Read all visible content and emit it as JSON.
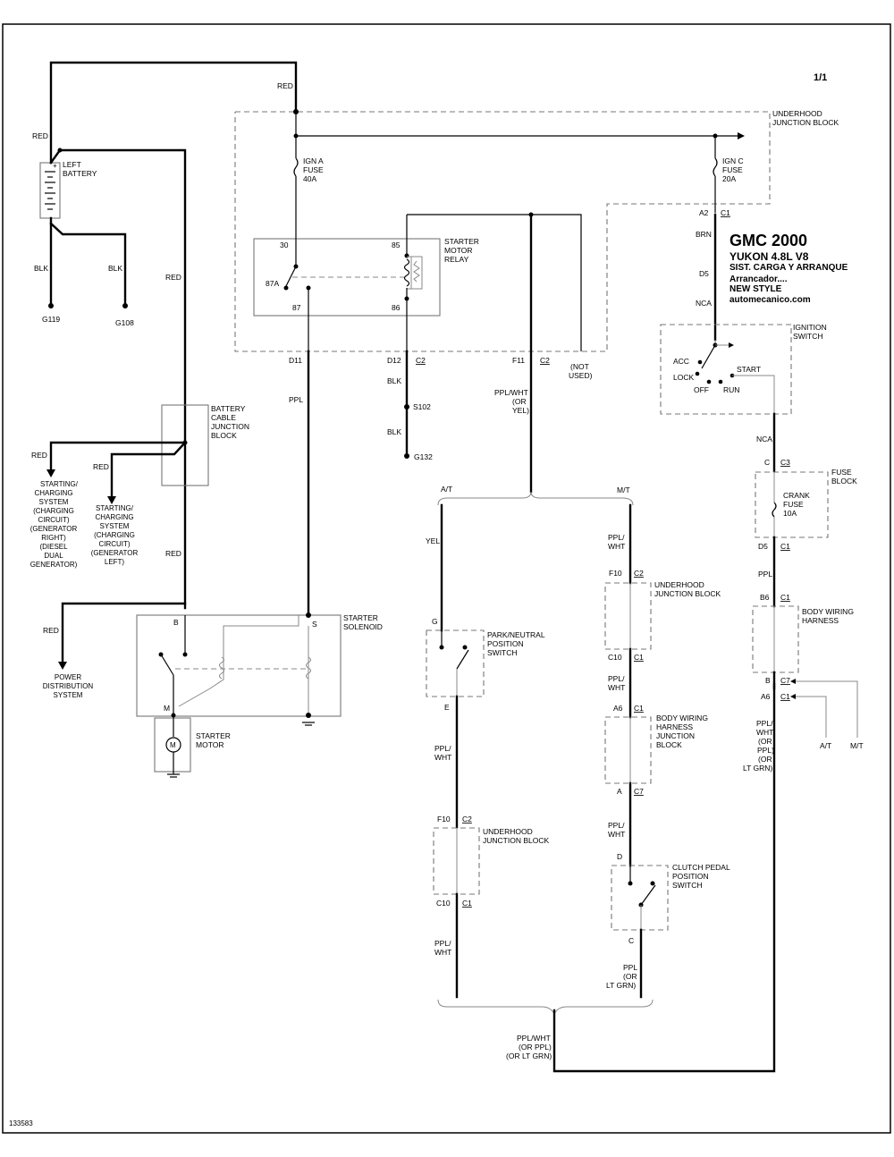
{
  "page_number": "1/1",
  "doc_id": "133583",
  "title": {
    "make": "GMC 2000",
    "model": "YUKON  4.8L  V8",
    "system": "SIST. CARGA Y ARRANQUE",
    "sub": "Arrancador....",
    "style": "NEW STYLE",
    "site": "automecanico.com"
  },
  "labels": {
    "red_top": "RED",
    "red_batt": "RED",
    "red_mid": "RED",
    "red_low": "RED",
    "red_sc1": "RED",
    "red_sc2": "RED",
    "red_pd": "RED",
    "blk_g119": "BLK",
    "blk_g108": "BLK",
    "g119": "G119",
    "g108": "G108",
    "left_battery": [
      "LEFT",
      "BATTERY"
    ],
    "underhood_jb": [
      "UNDERHOOD",
      "JUNCTION BLOCK"
    ],
    "ign_a_fuse": [
      "IGN A",
      "FUSE",
      "40A"
    ],
    "ign_c_fuse": [
      "IGN C",
      "FUSE",
      "20A"
    ],
    "starter_motor_relay": [
      "STARTER",
      "MOTOR",
      "RELAY"
    ],
    "relay_pins": {
      "p30": "30",
      "p85": "85",
      "p87a": "87A",
      "p87": "87",
      "p86": "86"
    },
    "a2": "A2",
    "c1_a2": "C1",
    "brn": "BRN",
    "d5": "D5",
    "nca_top": "NCA",
    "d11": "D11",
    "ppl_d11": "PPL",
    "d12": "D12",
    "c2_d12": "C2",
    "blk_s102a": "BLK",
    "s102": "S102",
    "blk_s102b": "BLK",
    "g132": "G132",
    "f11": "F11",
    "c2_f11": "C2",
    "not_used": [
      "(NOT",
      "USED)"
    ],
    "ppl_wht_or_yel": [
      "PPL/WHT",
      "(OR",
      "YEL)"
    ],
    "ignition_switch": [
      "IGNITION",
      "SWITCH"
    ],
    "ign_positions": {
      "acc": "ACC",
      "lock": "LOCK",
      "off": "OFF",
      "run": "RUN",
      "start": "START"
    },
    "nca_fuse": "NCA",
    "c_fuse": "C",
    "c3_fuse": "C3",
    "fuse_block": [
      "FUSE",
      "BLOCK"
    ],
    "crank_fuse": [
      "CRANK",
      "FUSE",
      "10A"
    ],
    "d5_fb": "D5",
    "c1_fb": "C1",
    "ppl_fb": "PPL",
    "b6": "B6",
    "c1_b6": "C1",
    "body_wiring_harness": [
      "BODY WIRING",
      "HARNESS"
    ],
    "b_c7": "B",
    "c7_b": "C7",
    "a6_c1": "A6",
    "c1_a6": "C1",
    "ppl_wht_or_ppl_ltgrn": [
      "PPL/",
      "WHT",
      "(OR",
      "PPL)",
      "(OR",
      "LT GRN)"
    ],
    "at_right": "A/T",
    "mt_right": "M/T",
    "battery_cable_jb": [
      "BATTERY",
      "CABLE",
      "JUNCTION",
      "BLOCK"
    ],
    "gen_right_text": [
      "STARTING/",
      "CHARGING",
      "SYSTEM",
      "(CHARGING",
      "CIRCUIT)",
      "(GENERATOR",
      "RIGHT)",
      "(DIESEL",
      "DUAL",
      "GENERATOR)"
    ],
    "gen_left_text": [
      "STARTING/",
      "CHARGING",
      "SYSTEM",
      "(CHARGING",
      "CIRCUIT)",
      "(GENERATOR",
      "LEFT)"
    ],
    "starter_solenoid": [
      "STARTER",
      "SOLENOID"
    ],
    "sol_b": "B",
    "sol_s": "S",
    "sol_m": "M",
    "power_distribution": [
      "POWER",
      "DISTRIBUTION",
      "SYSTEM"
    ],
    "starter_motor": [
      "STARTER",
      "MOTOR"
    ],
    "motor_symbol": "M",
    "at_mid": "A/T",
    "mt_mid": "M/T",
    "yel": "YEL",
    "g_pn": "G",
    "park_neutral": [
      "PARK/NEUTRAL",
      "POSITION",
      "SWITCH"
    ],
    "e_pn": "E",
    "ppl_wht_e": [
      "PPL/",
      "WHT"
    ],
    "f10_left": "F10",
    "c2_f10_left": "C2",
    "underhood_jb_left": [
      "UNDERHOOD",
      "JUNCTION BLOCK"
    ],
    "c10_left": "C10",
    "c1_c10_left": "C1",
    "ppl_wht_c10_left": [
      "PPL/",
      "WHT"
    ],
    "ppl_wht_mt": [
      "PPL/",
      "WHT"
    ],
    "f10_right": "F10",
    "c2_f10_right": "C2",
    "underhood_jb_right": [
      "UNDERHOOD",
      "JUNCTION BLOCK"
    ],
    "c10_right": "C10",
    "c1_c10_right": "C1",
    "ppl_wht_c10_right": [
      "PPL/",
      "WHT"
    ],
    "a6_mid": "A6",
    "c1_a6_mid": "C1",
    "body_wiring_jb": [
      "BODY WIRING",
      "HARNESS",
      "JUNCTION",
      "BLOCK"
    ],
    "a_c7": "A",
    "c7_a": "C7",
    "ppl_wht_a": [
      "PPL/",
      "WHT"
    ],
    "d_clutch": "D",
    "clutch_pedal": [
      "CLUTCH PEDAL",
      "POSITION",
      "SWITCH"
    ],
    "c_clutch": "C",
    "ppl_or_ltgrn": [
      "PPL",
      "(OR",
      "LT GRN)"
    ],
    "ppl_wht_bottom": [
      "PPL/WHT",
      "(OR PPL)",
      "(OR LT GRN)"
    ]
  }
}
